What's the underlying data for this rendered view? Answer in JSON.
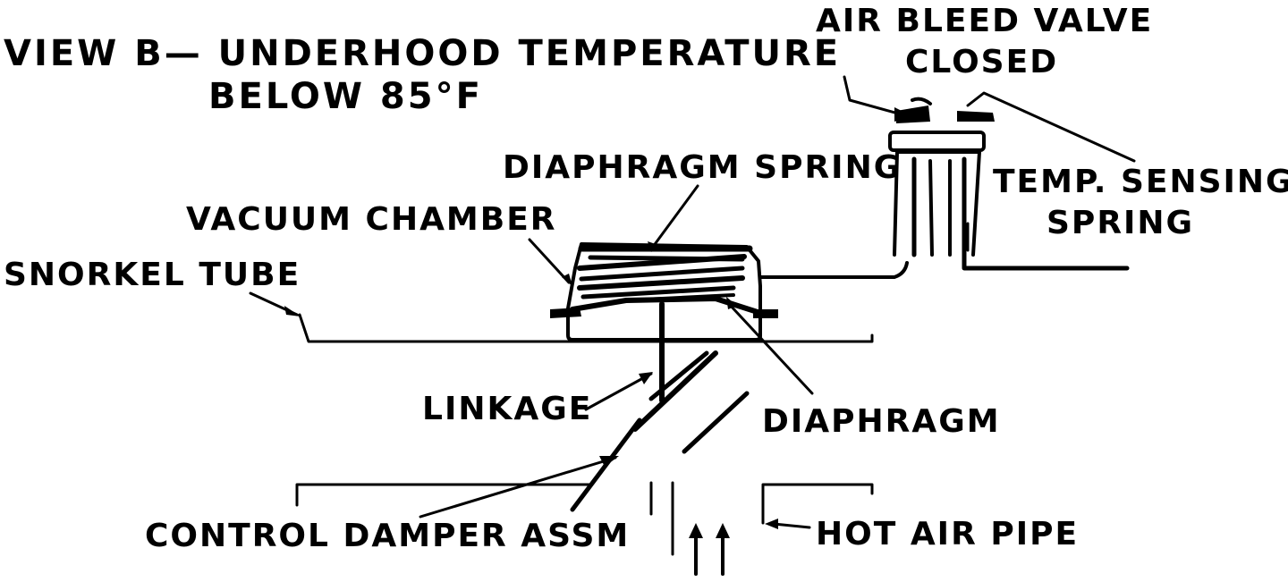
{
  "title": {
    "line1": "VIEW B— UNDERHOOD TEMPERATURE",
    "line2": "BELOW 85°F"
  },
  "labels": {
    "air_bleed_valve_line1": "AIR BLEED VALVE",
    "air_bleed_valve_line2": "CLOSED",
    "diaphragm_spring": "DIAPHRAGM SPRING",
    "temp_sensing_spring_line1": "TEMP. SENSING",
    "temp_sensing_spring_line2": "SPRING",
    "vacuum_chamber": "VACUUM CHAMBER",
    "snorkel_tube": "SNORKEL TUBE",
    "linkage": "LINKAGE",
    "diaphragm": "DIAPHRAGM",
    "control_damper_assm": "CONTROL DAMPER ASSM",
    "hot_air_pipe": "HOT AIR PIPE"
  },
  "colors": {
    "ink": "#000000",
    "paper": "#ffffff"
  }
}
